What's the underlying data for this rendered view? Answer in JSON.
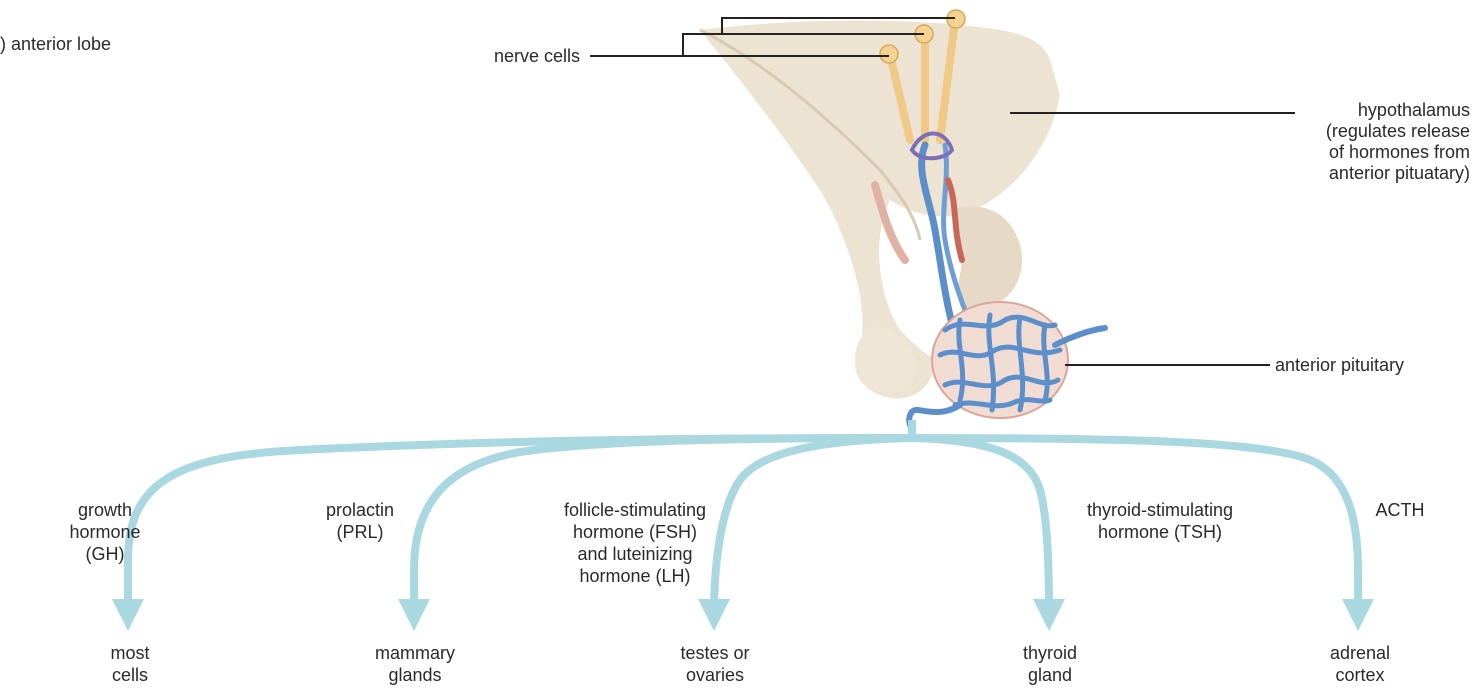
{
  "panel_label": ") anterior lobe",
  "labels": {
    "nerve_cells": "nerve cells",
    "hypothalamus": "hypothalamus\n(regulates release\nof hormones from\nanterior pituatary)",
    "anterior_pituitary": "anterior pituitary"
  },
  "hormones": [
    {
      "name": "growth\nhormone\n(GH)",
      "target": "most\ncells"
    },
    {
      "name": "prolactin\n(PRL)",
      "target": "mammary\nglands"
    },
    {
      "name": "follicle-stimulating\nhormone (FSH)\nand luteinizing\nhormone (LH)",
      "target": "testes or\novaries"
    },
    {
      "name": "thyroid-stimulating\nhormone (TSH)",
      "target": "thyroid\ngland"
    },
    {
      "name": "ACTH",
      "target": "adrenal\ncortex"
    }
  ],
  "colors": {
    "arrow": "#a9d8e0",
    "tissue": "#ede3d3",
    "tissue_shadow": "#d9c9b0",
    "vessel_blue": "#5c8fc9",
    "vessel_red": "#c9665a",
    "nerve": "#efc985",
    "leader_line": "#222222"
  }
}
